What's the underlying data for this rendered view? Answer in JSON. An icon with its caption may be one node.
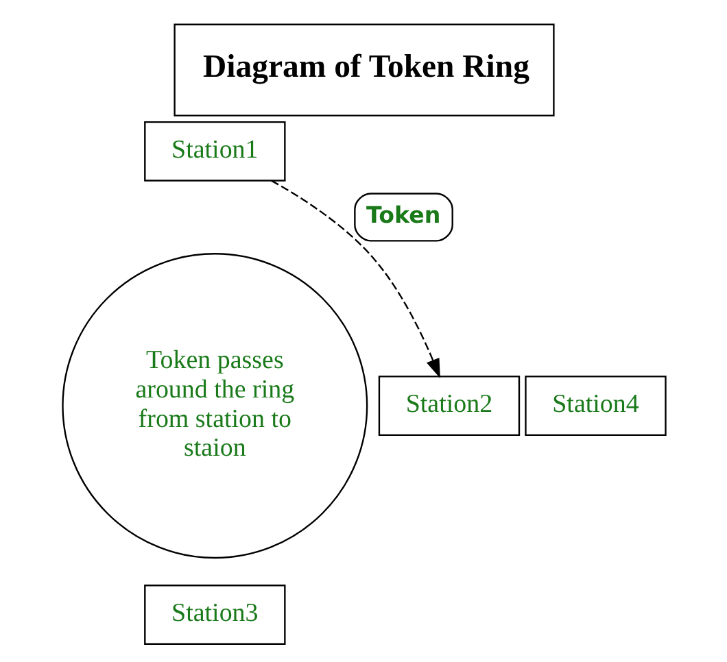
{
  "diagram": {
    "title": "Diagram of Token Ring",
    "nodes": [
      {
        "text": [
          "Station1"
        ]
      },
      {
        "text": [
          "Token passes around the ring from station to staion"
        ]
      },
      {
        "text": [
          "Station4"
        ]
      },
      {
        "text": [
          "Station2"
        ]
      },
      {
        "text": [
          "Station3"
        ]
      }
    ],
    "edges": [
      {
        "from": 0,
        "to": 3,
        "arrow": "to",
        "style": "dashed",
        "label": "Token"
      }
    ]
  }
}
